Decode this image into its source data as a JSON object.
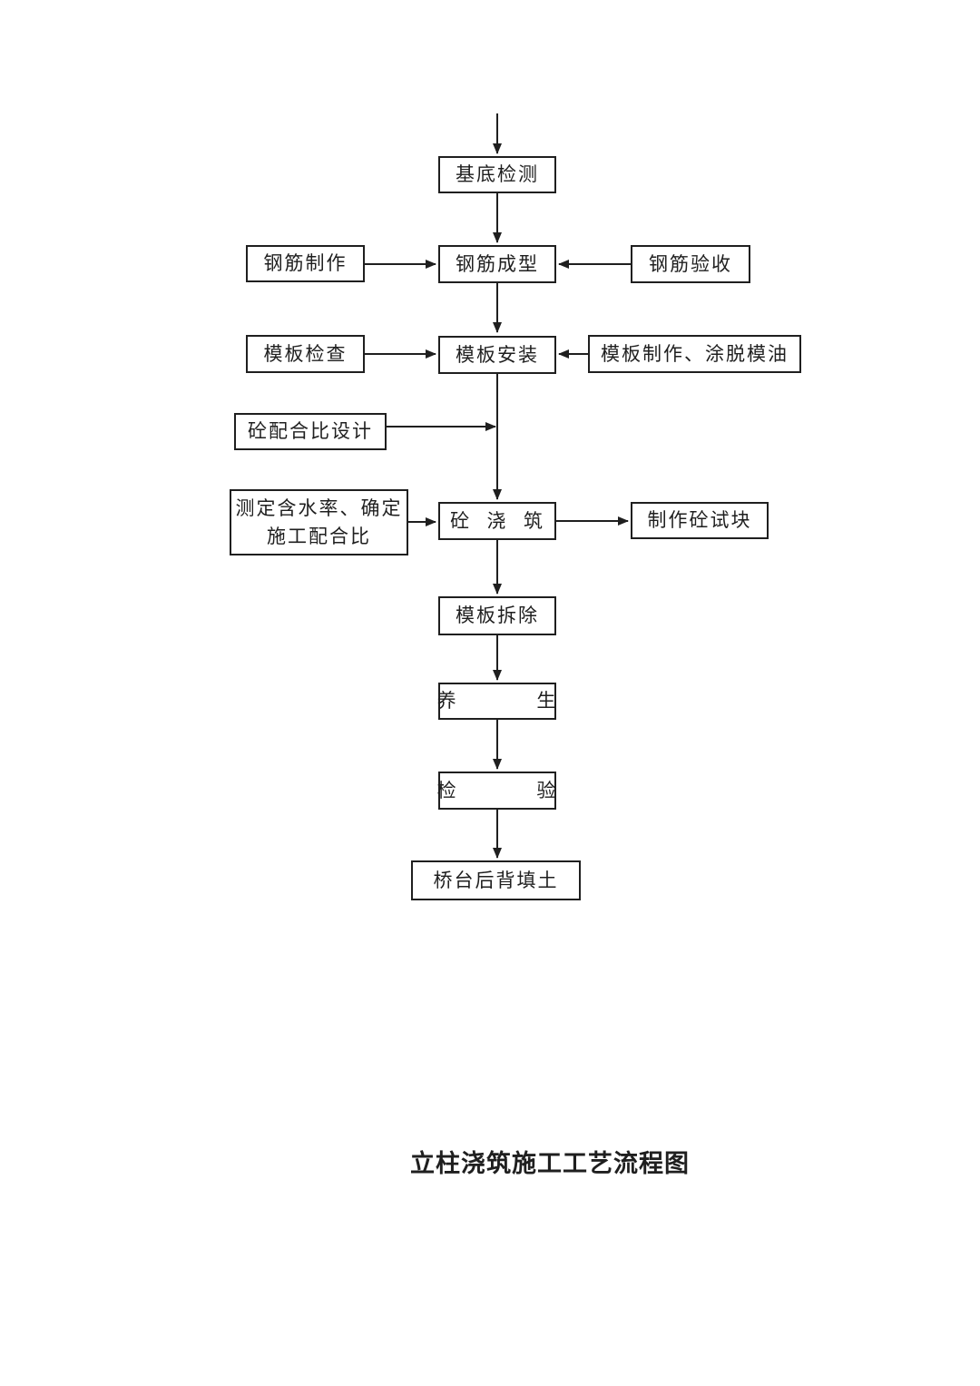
{
  "diagram": {
    "caption": "立柱浇筑施工工艺流程图",
    "colors": {
      "background": "#ffffff",
      "line": "#1f1f1f",
      "box_border": "#1f1f1f",
      "text": "#1f1f1f"
    },
    "nodes": {
      "base_inspection": {
        "label": "基底检测"
      },
      "rebar_fabrication": {
        "label": "钢筋制作"
      },
      "rebar_forming": {
        "label": "钢筋成型"
      },
      "rebar_acceptance": {
        "label": "钢筋验收"
      },
      "formwork_check": {
        "label": "模板检查"
      },
      "formwork_install": {
        "label": "模板安装"
      },
      "formwork_make_oil": {
        "label": "模板制作、涂脱模油"
      },
      "mix_design": {
        "label": "砼配合比设计"
      },
      "moisture_determine": {
        "label_line1": "测定含水率、确定",
        "label_line2": "施工配合比"
      },
      "concrete_pouring": {
        "label": "砼  浇  筑"
      },
      "test_block": {
        "label": "制作砼试块"
      },
      "formwork_removal": {
        "label": "模板拆除"
      },
      "curing": {
        "label": "养          生"
      },
      "inspection": {
        "label": "检          验"
      },
      "abutment_backfill": {
        "label": "桥台后背填土"
      }
    }
  }
}
